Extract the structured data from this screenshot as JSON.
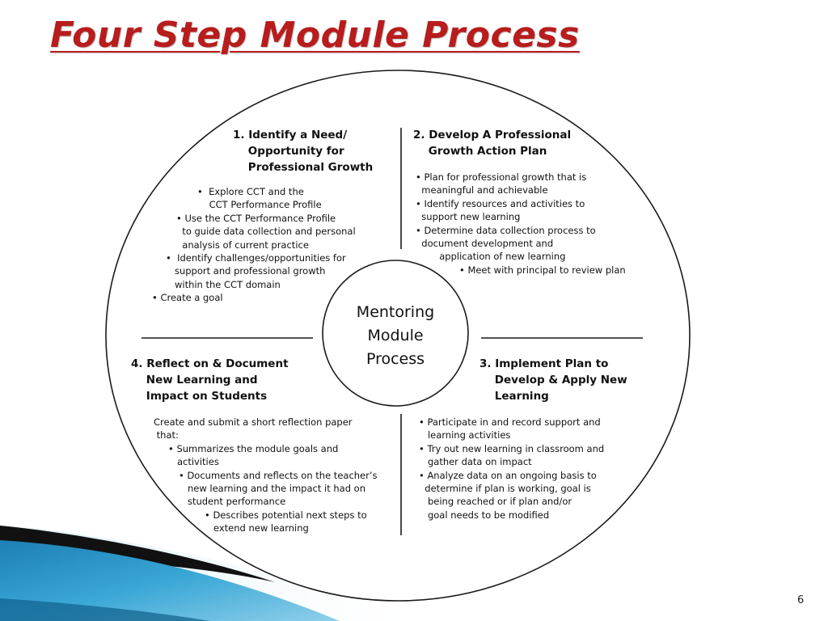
{
  "slide": {
    "title": "Four Step Module Process",
    "page_number": "6"
  },
  "diagram": {
    "center_label": "Mentoring\nModule\nProcess",
    "quadrants": [
      {
        "heading": "1. Identify a Need/\n    Opportunity for\n    Professional Growth",
        "items": [
          "•  Explore CCT and the\n    CCT Performance Profile",
          "• Use the CCT Performance Profile\n  to guide data collection and personal\n  analysis of current practice",
          "•  Identify challenges/opportunities for\n   support and professional growth\n   within the CCT domain",
          "• Create a goal"
        ]
      },
      {
        "heading": "2. Develop A Professional\n    Growth Action Plan",
        "items": [
          "• Plan for professional growth that is\n  meaningful and achievable",
          "• Identify resources and activities to\n  support new learning",
          "• Determine data collection process to\n  document development and\n        application of new learning",
          "• Meet with principal to review plan"
        ]
      },
      {
        "heading": "3. Implement Plan to\n    Develop & Apply New\n    Learning",
        "items": [
          "• Participate in and record support and\n   learning activities",
          "• Try out new learning in classroom and\n   gather data on impact",
          "• Analyze data on an ongoing basis to\n  determine if plan is working, goal is\n   being reached or if plan and/or\n   goal needs to be modified"
        ]
      },
      {
        "heading": "4. Reflect on & Document\n    New Learning and\n    Impact on Students",
        "intro": "Create and submit a short reflection paper\n that:",
        "items": [
          "• Summarizes the module goals and\n   activities",
          "• Documents and reflects on the teacher’s\n   new learning and the impact it had on\n   student performance",
          "• Describes potential next steps to\n   extend new learning"
        ]
      }
    ]
  },
  "colors": {
    "title": "#b81c1c",
    "accent_blue": "#2a8fc0",
    "light_blue": "#bfe3f2",
    "outline": "#1a1a1a"
  }
}
